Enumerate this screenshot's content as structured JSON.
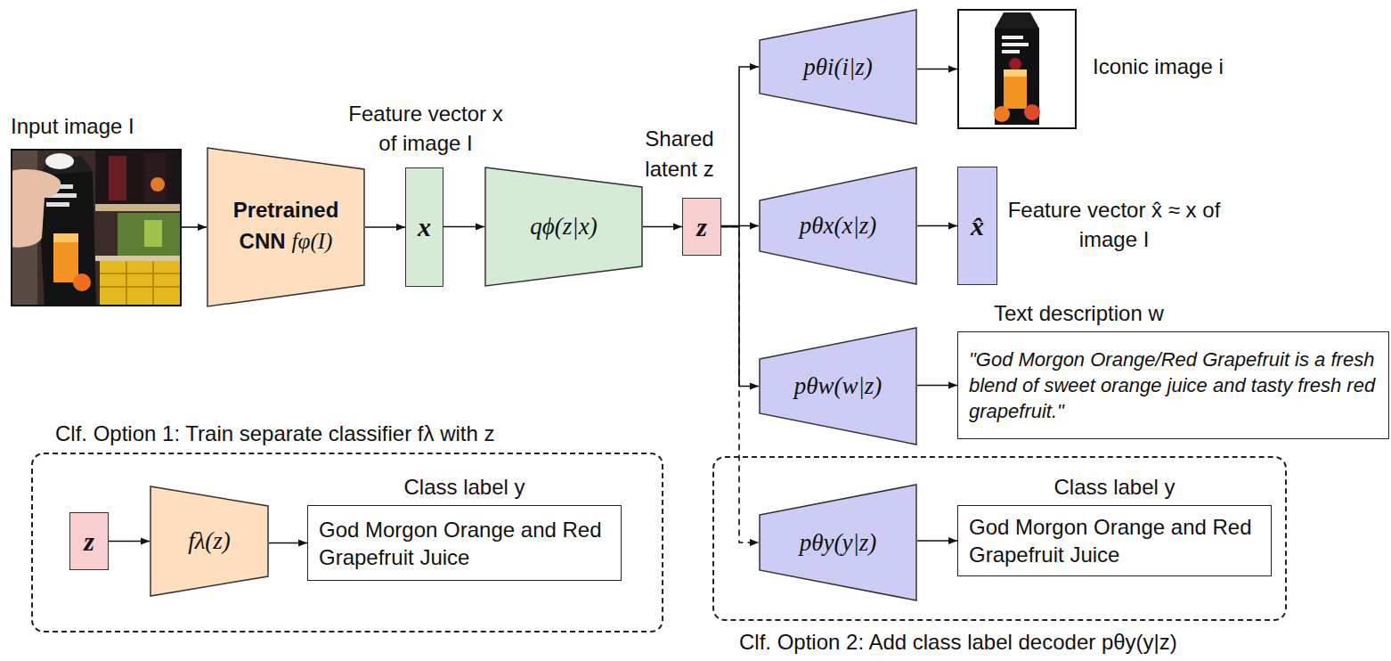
{
  "diagram": {
    "nodes": [
      {
        "text": [
          "Input image I"
        ]
      },
      {
        "text": [
          "Pretrained CNN",
          "fφ(I)"
        ]
      },
      {
        "text": [
          "Feature vector x of image I",
          "x"
        ]
      },
      {
        "text": [
          "qϕ(z|x)"
        ]
      },
      {
        "text": [
          "Shared latent z",
          "z"
        ]
      },
      {
        "text": [
          "pθi(i|z)"
        ]
      },
      {
        "text": [
          "Iconic image i"
        ]
      },
      {
        "text": [
          "pθx(x|z)"
        ]
      },
      {
        "text": [
          "Feature vector x̂ ≈ x of image I",
          "x̂"
        ]
      },
      {
        "text": [
          "pθw(w|z)"
        ]
      },
      {
        "text": [
          "Text description w",
          "\"God Morgon Orange/Red Grapefruit is a fresh blend of sweet orange juice and tasty fresh red grapefruit.\""
        ]
      },
      {
        "text": [
          "Clf. Option 1: Train separate classifier fλ with z"
        ]
      },
      {
        "text": [
          "z"
        ],
        "in": 11
      },
      {
        "text": [
          "fλ(z)"
        ],
        "in": 11
      },
      {
        "text": [
          "Class label y",
          "God Morgon Orange and Red Grapefruit Juice"
        ],
        "in": 11
      },
      {
        "text": [
          "Clf. Option 2: Add class label decoder pθy(y|z)"
        ]
      },
      {
        "text": [
          "pθy(y|z)"
        ],
        "in": 15
      },
      {
        "text": [
          "Class label y",
          "God Morgon Orange and Red Grapefruit Juice"
        ],
        "in": 15
      }
    ],
    "edges": [
      {
        "from": 0,
        "to": 1,
        "arrow": "to"
      },
      {
        "from": 1,
        "to": 2,
        "arrow": "to"
      },
      {
        "from": 2,
        "to": 3,
        "arrow": "to"
      },
      {
        "from": 3,
        "to": 4,
        "arrow": "to"
      },
      {
        "from": 4,
        "to": 5,
        "arrow": "to"
      },
      {
        "from": 5,
        "to": 6,
        "arrow": "to"
      },
      {
        "from": 4,
        "to": 7,
        "arrow": "to"
      },
      {
        "from": 7,
        "to": 8,
        "arrow": "to"
      },
      {
        "from": 4,
        "to": 9,
        "arrow": "to"
      },
      {
        "from": 9,
        "to": 10,
        "arrow": "to"
      },
      {
        "from": 4,
        "to": 16,
        "arrow": "to"
      },
      {
        "from": 16,
        "to": 17,
        "arrow": "to"
      },
      {
        "from": 12,
        "to": 13,
        "arrow": "to"
      },
      {
        "from": 13,
        "to": 14,
        "arrow": "to"
      }
    ]
  }
}
